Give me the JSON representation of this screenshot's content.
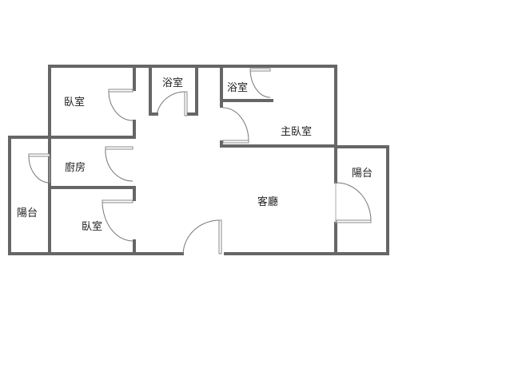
{
  "floorplan": {
    "rooms": {
      "bedroom_1": "臥室",
      "bathroom_1": "浴室",
      "bathroom_2": "浴室",
      "master_bedroom": "主臥室",
      "kitchen": "廚房",
      "balcony_left": "陽台",
      "balcony_right": "陽台",
      "bedroom_2": "臥室",
      "living_room": "客廳"
    },
    "colors": {
      "wall": "#666666",
      "door": "#888888"
    }
  }
}
